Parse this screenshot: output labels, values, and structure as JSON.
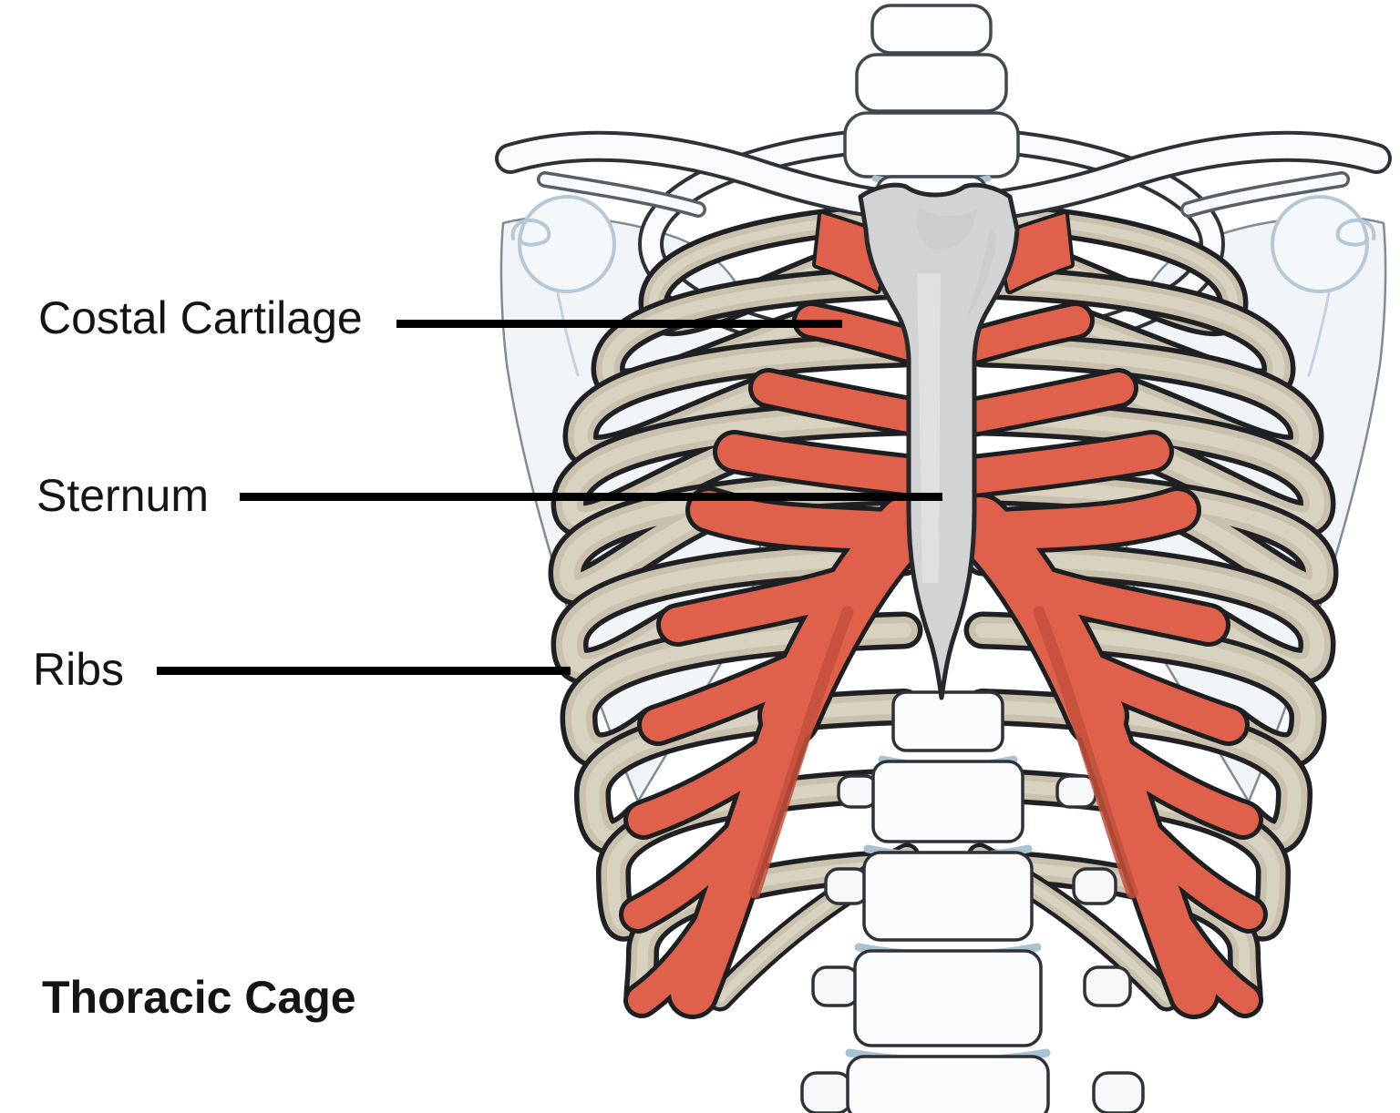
{
  "diagram": {
    "title": "Thoracic Cage",
    "labels": {
      "costal_cartilage": "Costal Cartilage",
      "sternum": "Sternum",
      "ribs": "Ribs"
    },
    "parts_highlighted": [
      "costal cartilage (red)",
      "ribs (beige)",
      "sternum (gray)"
    ],
    "colors": {
      "costal_cartilage_highlight": "#E0614B",
      "costal_cartilage_shade": "#C4503C",
      "rib_bone": "#CBC3AE",
      "rib_bone_highlight": "#D9D3C2",
      "sternum_gray": "#D2D3D4",
      "background_bone": "#F9FAFB",
      "bone_detail_blue": "#B5C8D6",
      "outline": "#1F2023",
      "leader_line": "#000000",
      "label_text": "#141414",
      "background": "#FFFFFF"
    }
  }
}
